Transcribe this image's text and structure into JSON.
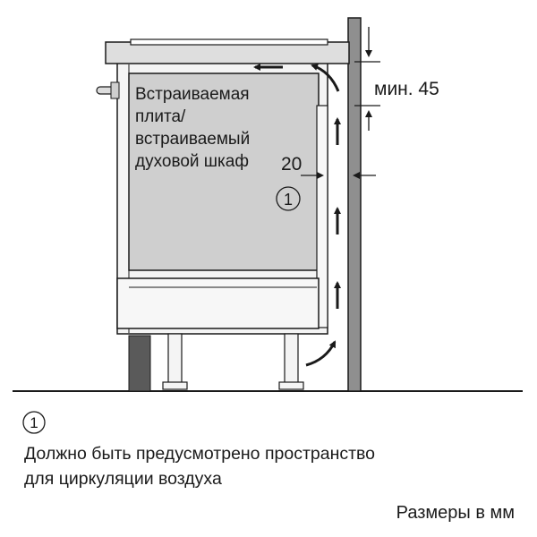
{
  "labels": {
    "appliance_line1": "Встраиваемая",
    "appliance_line2": "плита/",
    "appliance_line3": "встраиваемый",
    "appliance_line4": "духовой шкаф",
    "min_gap": "мин. 45",
    "side_gap": "20",
    "marker": "1"
  },
  "footnote": {
    "marker": "1",
    "line1": "Должно быть предусмотрено пространство",
    "line2": "для циркуляции воздуха"
  },
  "units_note": "Размеры в мм",
  "icons": [
    "airflow-arrow-icon",
    "dimension-arrow-icon",
    "circled-number-icon"
  ],
  "colors": {
    "line": "#1a1a1a",
    "oven_fill": "#cfcfcf",
    "cabinet_fill": "#f4f4f4",
    "hob_fill": "#dedede",
    "wall_fill": "#8f8f8f",
    "plinth_fill": "#5a5a5a"
  }
}
